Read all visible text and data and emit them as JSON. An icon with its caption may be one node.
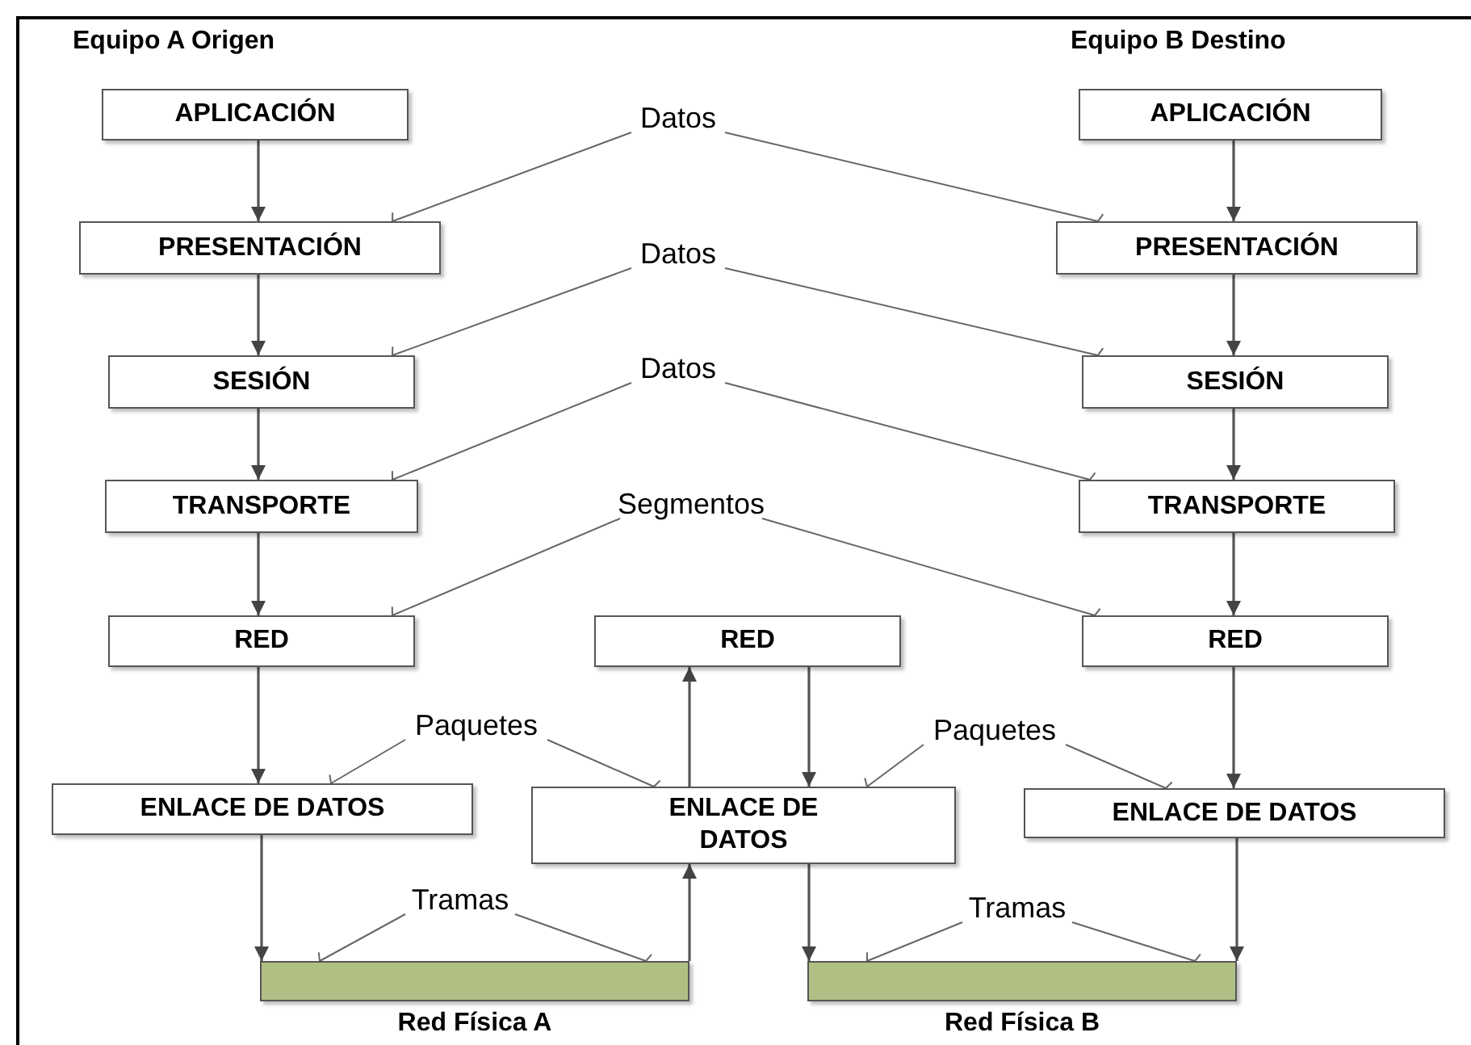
{
  "diagram": {
    "nodes": [
      {
        "text": [
          "APLICACIÓN"
        ]
      },
      {
        "text": [
          "PRESENTACIÓN"
        ]
      },
      {
        "text": [
          "SESIÓN"
        ]
      },
      {
        "text": [
          "TRANSPORTE"
        ]
      },
      {
        "text": [
          "RED"
        ]
      },
      {
        "text": [
          "ENLACE DE DATOS"
        ]
      },
      {
        "text": [
          "RED"
        ]
      },
      {
        "text": [
          "ENLACE DE DATOS"
        ]
      },
      {
        "text": [
          "APLICACIÓN"
        ]
      },
      {
        "text": [
          "PRESENTACIÓN"
        ]
      },
      {
        "text": [
          "SESIÓN"
        ]
      },
      {
        "text": [
          "TRANSPORTE"
        ]
      },
      {
        "text": [
          "RED"
        ]
      },
      {
        "text": [
          "ENLACE DE DATOS"
        ]
      },
      {
        "text": [],
        "shape": "bar",
        "beside": [
          "Red Física A"
        ]
      },
      {
        "text": [],
        "shape": "bar",
        "beside": [
          "Red Física B"
        ]
      },
      {
        "text": [
          "Datos"
        ]
      },
      {
        "text": [
          "Datos"
        ]
      },
      {
        "text": [
          "Datos"
        ]
      },
      {
        "text": [
          "Segmentos"
        ]
      },
      {
        "text": [
          "Paquetes"
        ]
      },
      {
        "text": [
          "Paquetes"
        ]
      },
      {
        "text": [
          "Tramas"
        ]
      },
      {
        "text": [
          "Tramas"
        ]
      }
    ],
    "edges": [
      {
        "from": 0,
        "to": 1,
        "arrow": "to"
      },
      {
        "from": 1,
        "to": 2,
        "arrow": "to"
      },
      {
        "from": 2,
        "to": 3,
        "arrow": "to"
      },
      {
        "from": 3,
        "to": 4,
        "arrow": "to"
      },
      {
        "from": 4,
        "to": 5,
        "arrow": "to"
      },
      {
        "from": 5,
        "to": 14,
        "arrow": "to"
      },
      {
        "from": 14,
        "to": 7,
        "arrow": "to"
      },
      {
        "from": 7,
        "to": 6,
        "arrow": "to"
      },
      {
        "from": 6,
        "to": 7,
        "arrow": "to"
      },
      {
        "from": 7,
        "to": 15,
        "arrow": "to"
      },
      {
        "from": 8,
        "to": 9,
        "arrow": "to"
      },
      {
        "from": 9,
        "to": 10,
        "arrow": "to"
      },
      {
        "from": 10,
        "to": 11,
        "arrow": "to"
      },
      {
        "from": 11,
        "to": 12,
        "arrow": "to"
      },
      {
        "from": 12,
        "to": 13,
        "arrow": "to"
      },
      {
        "from": 13,
        "to": 15,
        "arrow": "to"
      },
      {
        "from": 16,
        "to": 1,
        "arrow": "other"
      },
      {
        "from": 16,
        "to": 9,
        "arrow": "other"
      },
      {
        "from": 17,
        "to": 2,
        "arrow": "other"
      },
      {
        "from": 17,
        "to": 10,
        "arrow": "other"
      },
      {
        "from": 18,
        "to": 3,
        "arrow": "other"
      },
      {
        "from": 18,
        "to": 11,
        "arrow": "other"
      },
      {
        "from": 19,
        "to": 4,
        "arrow": "other"
      },
      {
        "from": 19,
        "to": 12,
        "arrow": "other"
      },
      {
        "from": 20,
        "to": 5,
        "arrow": "other"
      },
      {
        "from": 20,
        "to": 7,
        "arrow": "other"
      },
      {
        "from": 21,
        "to": 7,
        "arrow": "other"
      },
      {
        "from": 21,
        "to": 13,
        "arrow": "other"
      },
      {
        "from": 22,
        "to": 14,
        "arrow": "other"
      },
      {
        "from": 22,
        "to": 14,
        "arrow": "other"
      },
      {
        "from": 23,
        "to": 15,
        "arrow": "other"
      },
      {
        "from": 23,
        "to": 15,
        "arrow": "other"
      }
    ],
    "labels": [
      "Equipo A Origen",
      "Equipo B Destino"
    ]
  }
}
